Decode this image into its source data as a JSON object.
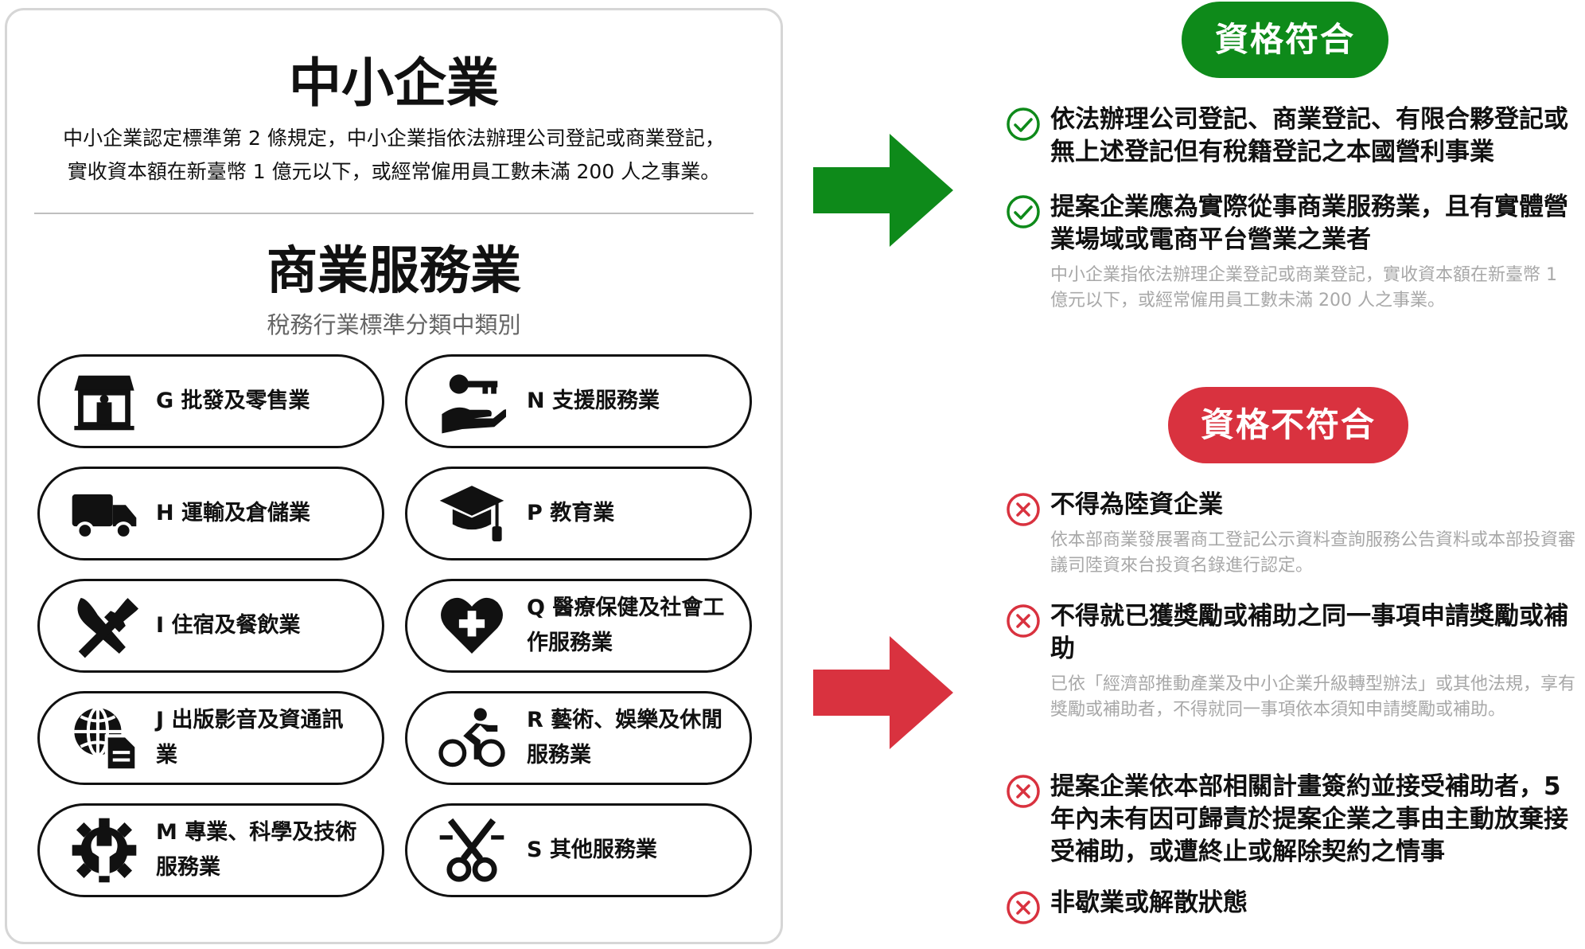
{
  "left": {
    "title": "中小企業",
    "desc_line1": "中小企業認定標準第 2 條規定，中小企業指依法辦理公司登記或商業登記，",
    "desc_line2": "實收資本額在新臺幣 1 億元以下，或經常僱用員工數未滿 200 人之事業。",
    "service_title": "商業服務業",
    "service_subtitle": "稅務行業標準分類中類別",
    "categories": [
      {
        "label": "G 批發及零售業",
        "icon": "store-icon"
      },
      {
        "label": "N 支援服務業",
        "icon": "key-hand-icon"
      },
      {
        "label": "H 運輸及倉儲業",
        "icon": "truck-icon"
      },
      {
        "label": "P 教育業",
        "icon": "graduation-cap-icon"
      },
      {
        "label": "I 住宿及餐飲業",
        "icon": "fork-spoon-icon"
      },
      {
        "label": "Q 醫療保健及社會工作服務業",
        "icon": "heart-plus-icon"
      },
      {
        "label": "J 出版影音及資通訊業",
        "icon": "globe-document-icon"
      },
      {
        "label": "R 藝術、娛樂及休閒服務業",
        "icon": "cyclist-icon"
      },
      {
        "label": "M 專業、科學及技術服務業",
        "icon": "gear-wrench-icon"
      },
      {
        "label": "S 其他服務業",
        "icon": "scissors-icon"
      }
    ]
  },
  "eligible": {
    "badge": "資格符合",
    "items": [
      {
        "head": "依法辦理公司登記、商業登記、有限合夥登記或無上述登記但有稅籍登記之本國營利事業",
        "note": ""
      },
      {
        "head": "提案企業應為實際從事商業服務業，且有實體營業場域或電商平台營業之業者",
        "note": "中小企業指依法辦理企業登記或商業登記，實收資本額在新臺幣 1 億元以下，或經常僱用員工數未滿 200 人之事業。"
      }
    ]
  },
  "ineligible": {
    "badge": "資格不符合",
    "items": [
      {
        "head": "不得為陸資企業",
        "note": "依本部商業發展署商工登記公示資料查詢服務公告資料或本部投資審議司陸資來台投資名錄進行認定。"
      },
      {
        "head": "不得就已獲獎勵或補助之同一事項申請獎勵或補助",
        "note": "已依「經濟部推動產業及中小企業升級轉型辦法」或其他法規，享有獎勵或補助者，不得就同一事項依本須知申請獎勵或補助。"
      },
      {
        "head": "提案企業依本部相關計畫簽約並接受補助者，5 年內未有因可歸責於提案企業之事由主動放棄接受補助，或遭終止或解除契約之情事",
        "note": ""
      },
      {
        "head": "非歇業或解散狀態",
        "note": ""
      }
    ]
  },
  "colors": {
    "green": "#0e8a1a",
    "red": "#d9323f",
    "dark": "#111111",
    "note": "#a8a8a8"
  }
}
